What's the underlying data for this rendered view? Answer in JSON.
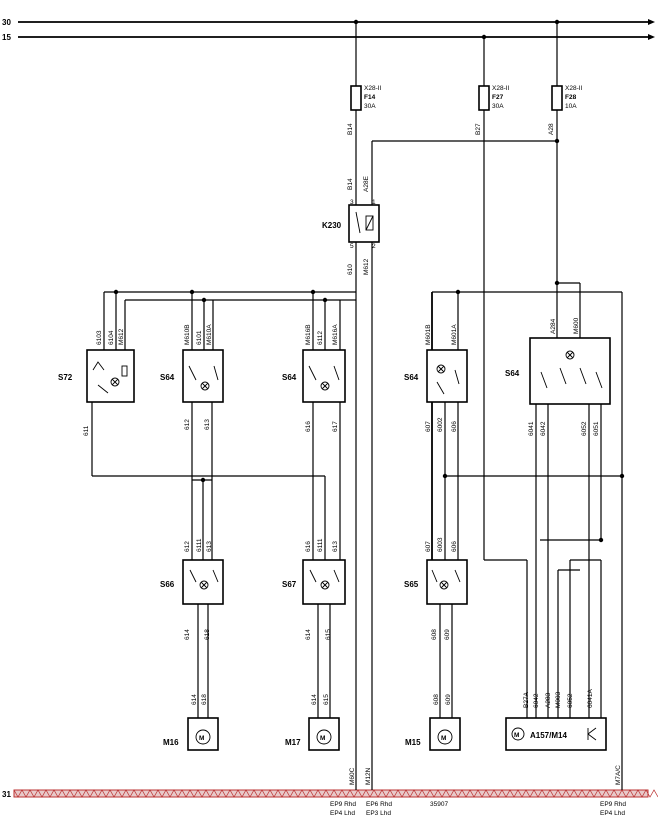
{
  "rails": {
    "r30": "30",
    "r15": "15",
    "ground": "31"
  },
  "fuses": [
    {
      "id": "f14",
      "conn": "X28-II",
      "name": "F14",
      "rating": "30A",
      "wire": "B14"
    },
    {
      "id": "f27",
      "conn": "X28-II",
      "name": "F27",
      "rating": "30A",
      "wire": "B27"
    },
    {
      "id": "f28",
      "conn": "X28-II",
      "name": "F28",
      "rating": "10A",
      "wire": "A28"
    }
  ],
  "relay": {
    "name": "K230",
    "w_in": "B14",
    "w_ctrl": "A28E",
    "w_out1": "610",
    "w_out2": "M612",
    "pins": [
      "3",
      "1",
      "5",
      "2"
    ]
  },
  "components": {
    "s72": "S72",
    "s64a": "S64",
    "s64b": "S64",
    "s64c": "S64",
    "s64d": "S64",
    "s66": "S66",
    "s67": "S67",
    "s65": "S65",
    "m16": "M16",
    "m17": "M17",
    "m15": "M15",
    "a157": "A157/M14",
    "motor": "M"
  },
  "wires": {
    "s72_top": [
      "6103",
      "6104",
      "M612"
    ],
    "s72_bot": "611",
    "s64a_top": [
      "M610B",
      "6101",
      "M610A"
    ],
    "s64a_bot": [
      "612",
      "613"
    ],
    "s64b_top": [
      "M616B",
      "6112",
      "M616A"
    ],
    "s64b_bot": [
      "616",
      "617"
    ],
    "s64c_top": [
      "M601B",
      "M601A"
    ],
    "s64c_bot": [
      "607",
      "6002",
      "606"
    ],
    "s64d_top": [
      "A284",
      "M600"
    ],
    "s64d_bot": [
      "6041",
      "6042",
      "6052",
      "6051"
    ],
    "s66_top": [
      "612",
      "6111",
      "613"
    ],
    "s66_bot": [
      "614",
      "618"
    ],
    "s67_top": [
      "616",
      "6111",
      "613"
    ],
    "s67_bot": [
      "614",
      "615"
    ],
    "s65_top": [
      "607",
      "6003",
      "606"
    ],
    "s65_bot": [
      "608",
      "609"
    ],
    "m16": [
      "614",
      "618"
    ],
    "m17": [
      "614",
      "615"
    ],
    "m15": [
      "608",
      "609"
    ],
    "a157": [
      "B27A",
      "6042",
      "A283",
      "M003",
      "6052",
      "6041A"
    ],
    "gnd_drops": [
      "M60C",
      "M12N",
      "M7A/C"
    ]
  },
  "footer": {
    "ref1a": "EP9 Rhd",
    "ref1b": "EP4 Lhd",
    "ref2a": "EP6 Rhd",
    "ref2b": "EP3 Lhd",
    "code": "35907",
    "ref3a": "EP9 Rhd",
    "ref3b": "EP4 Lhd"
  }
}
